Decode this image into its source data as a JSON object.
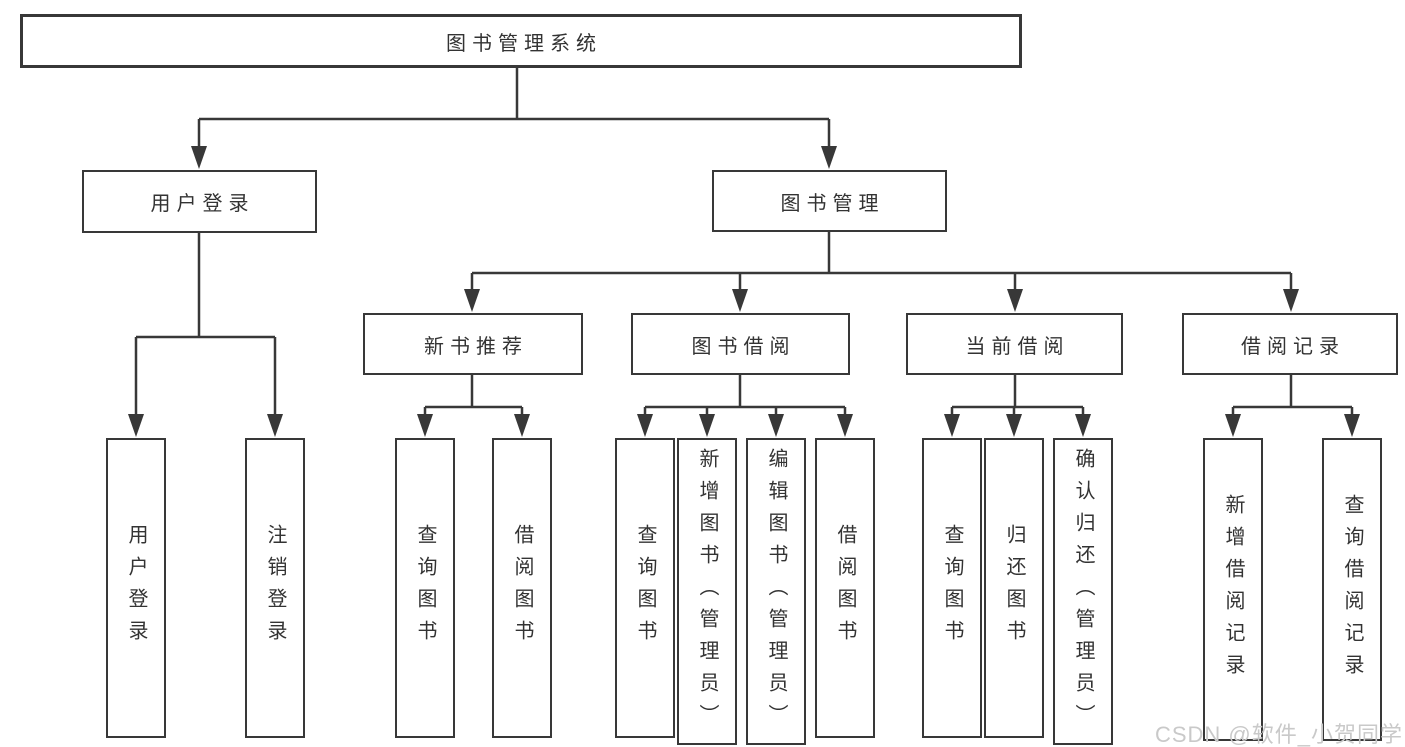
{
  "diagram": {
    "title": "图书管理系统",
    "nodes": {
      "user_login": "用户登录",
      "book_mgmt": "图书管理",
      "new_books": "新书推荐",
      "book_borrow": "图书借阅",
      "current_borrow": "当前借阅",
      "borrow_records": "借阅记录"
    },
    "leaves": {
      "user": [
        "用户登录",
        "注销登录"
      ],
      "new_books": [
        "查询图书",
        "借阅图书"
      ],
      "book_borrow": [
        "查询图书",
        "新增图书（管理员）",
        "编辑图书（管理员）",
        "借阅图书"
      ],
      "current_borrow": [
        "查询图书",
        "归还图书",
        "确认归还（管理员）"
      ],
      "borrow_records": [
        "新增借阅记录",
        "查询借阅记录"
      ]
    },
    "watermark": "CSDN @软件_小贺同学",
    "colors": {
      "line": "#383838",
      "text": "#333333",
      "box_fill": "#ffffff",
      "watermark": "#c9c9c9"
    }
  }
}
